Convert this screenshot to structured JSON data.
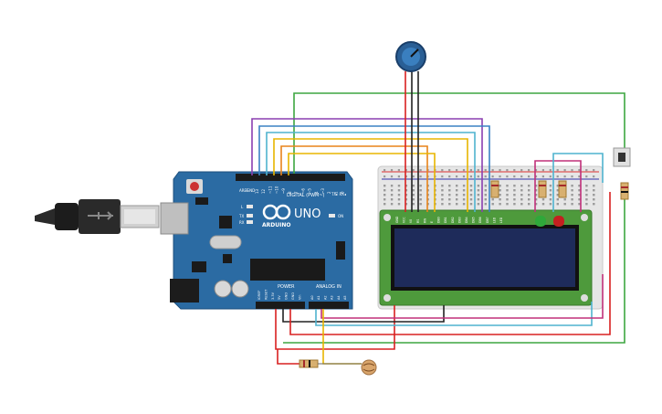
{
  "board": {
    "logo_text": "UNO",
    "brand_text": "ARDUINO",
    "digital_label": "DIGITAL (PWM~)",
    "power_label": "POWER",
    "analog_label": "ANALOG IN",
    "aref_label": "AREF",
    "gnd_label": "GND",
    "l_label": "L",
    "tx_label": "TX",
    "rx_label": "RX",
    "on_label": "ON",
    "tx_rx_side": "TX▸ RX◂",
    "digital_pins": [
      "13",
      "12",
      "~11",
      "~10",
      "~9",
      "8",
      "7",
      "~6",
      "~5",
      "4",
      "~3",
      "2",
      "1",
      "0"
    ],
    "power_pins": [
      "IOREF",
      "RESET",
      "3.3V",
      "5V",
      "GND",
      "GND",
      "Vin"
    ],
    "analog_pins": [
      "A0",
      "A1",
      "A2",
      "A3",
      "A4",
      "A5"
    ]
  },
  "lcd": {
    "pins": [
      "GND",
      "VCC",
      "V0",
      "RS",
      "RW",
      "E",
      "DB0",
      "DB1",
      "DB2",
      "DB3",
      "DB4",
      "DB5",
      "DB6",
      "DB7",
      "LED",
      "LED"
    ]
  },
  "colors": {
    "board": "#2B6BA3",
    "lcd_pcb": "#4E9A3C",
    "lcd_screen": "#1E2B5A",
    "breadboard": "#E6E6E6",
    "wire_green": "#3DA640",
    "wire_purple": "#8A3FB0",
    "wire_blue": "#3B82C4",
    "wire_cyan": "#4FB3CF",
    "wire_yellow": "#E8B500",
    "wire_orange": "#E8841A",
    "wire_red": "#D92020",
    "wire_black": "#222222",
    "wire_magenta": "#C0307A",
    "led_green": "#2FA83A",
    "led_red": "#C42020"
  },
  "components": {
    "icons": [
      "usb-cable-icon",
      "potentiometer-icon",
      "pushbutton-icon",
      "photoresistor-icon",
      "resistor-icon",
      "led-icon"
    ]
  }
}
